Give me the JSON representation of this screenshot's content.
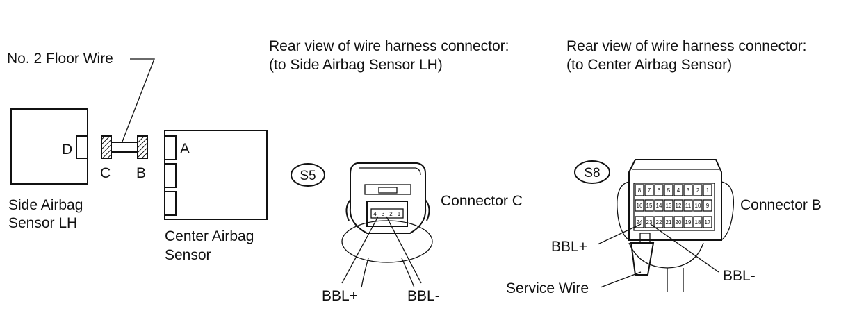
{
  "floor_wire_label": "No. 2 Floor Wire",
  "side_sensor": {
    "label_line1": "Side Airbag",
    "label_line2": "Sensor LH",
    "connector_letter": "D"
  },
  "floor_wire_ends": {
    "left": "C",
    "right": "B"
  },
  "center_sensor": {
    "label_line1": "Center Airbag",
    "label_line2": "Sensor",
    "connector_letter": "A"
  },
  "view_s5": {
    "title_line1": "Rear view of wire harness connector:",
    "title_line2": "(to Side Airbag Sensor LH)",
    "badge": "S5",
    "connector_label": "Connector C",
    "pins": [
      "4",
      "3",
      "2",
      "1"
    ],
    "bbl_plus": "BBL+",
    "bbl_minus": "BBL-"
  },
  "view_s8": {
    "title_line1": "Rear view of wire harness connector:",
    "title_line2": "(to Center Airbag Sensor)",
    "badge": "S8",
    "connector_label": "Connector B",
    "pin_rows": [
      [
        "8",
        "7",
        "6",
        "5",
        "4",
        "3",
        "2",
        "1"
      ],
      [
        "16",
        "15",
        "14",
        "13",
        "12",
        "11",
        "10",
        "9"
      ],
      [
        "24",
        "23",
        "22",
        "21",
        "20",
        "19",
        "18",
        "17"
      ]
    ],
    "bbl_plus": "BBL+",
    "bbl_minus": "BBL-",
    "service_wire": "Service Wire"
  }
}
